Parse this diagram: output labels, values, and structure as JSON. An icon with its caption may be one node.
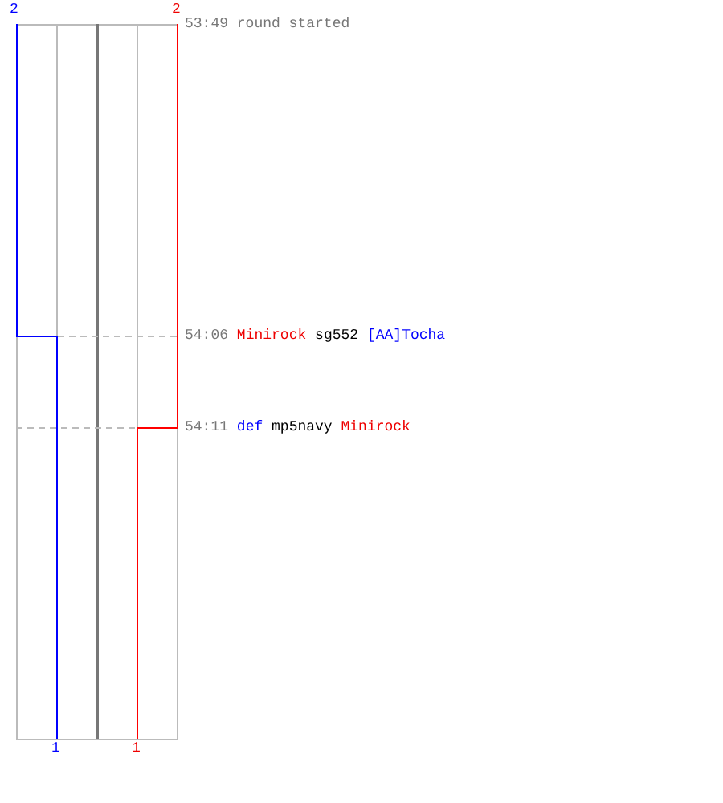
{
  "diagram": {
    "labels": [
      "2",
      "2",
      "53:49 round started",
      "54:06",
      "Minirock",
      "sg552",
      "[AA]Tocha",
      "54:11",
      "def",
      "mp5navy",
      "Minirock",
      "1",
      "1"
    ]
  }
}
